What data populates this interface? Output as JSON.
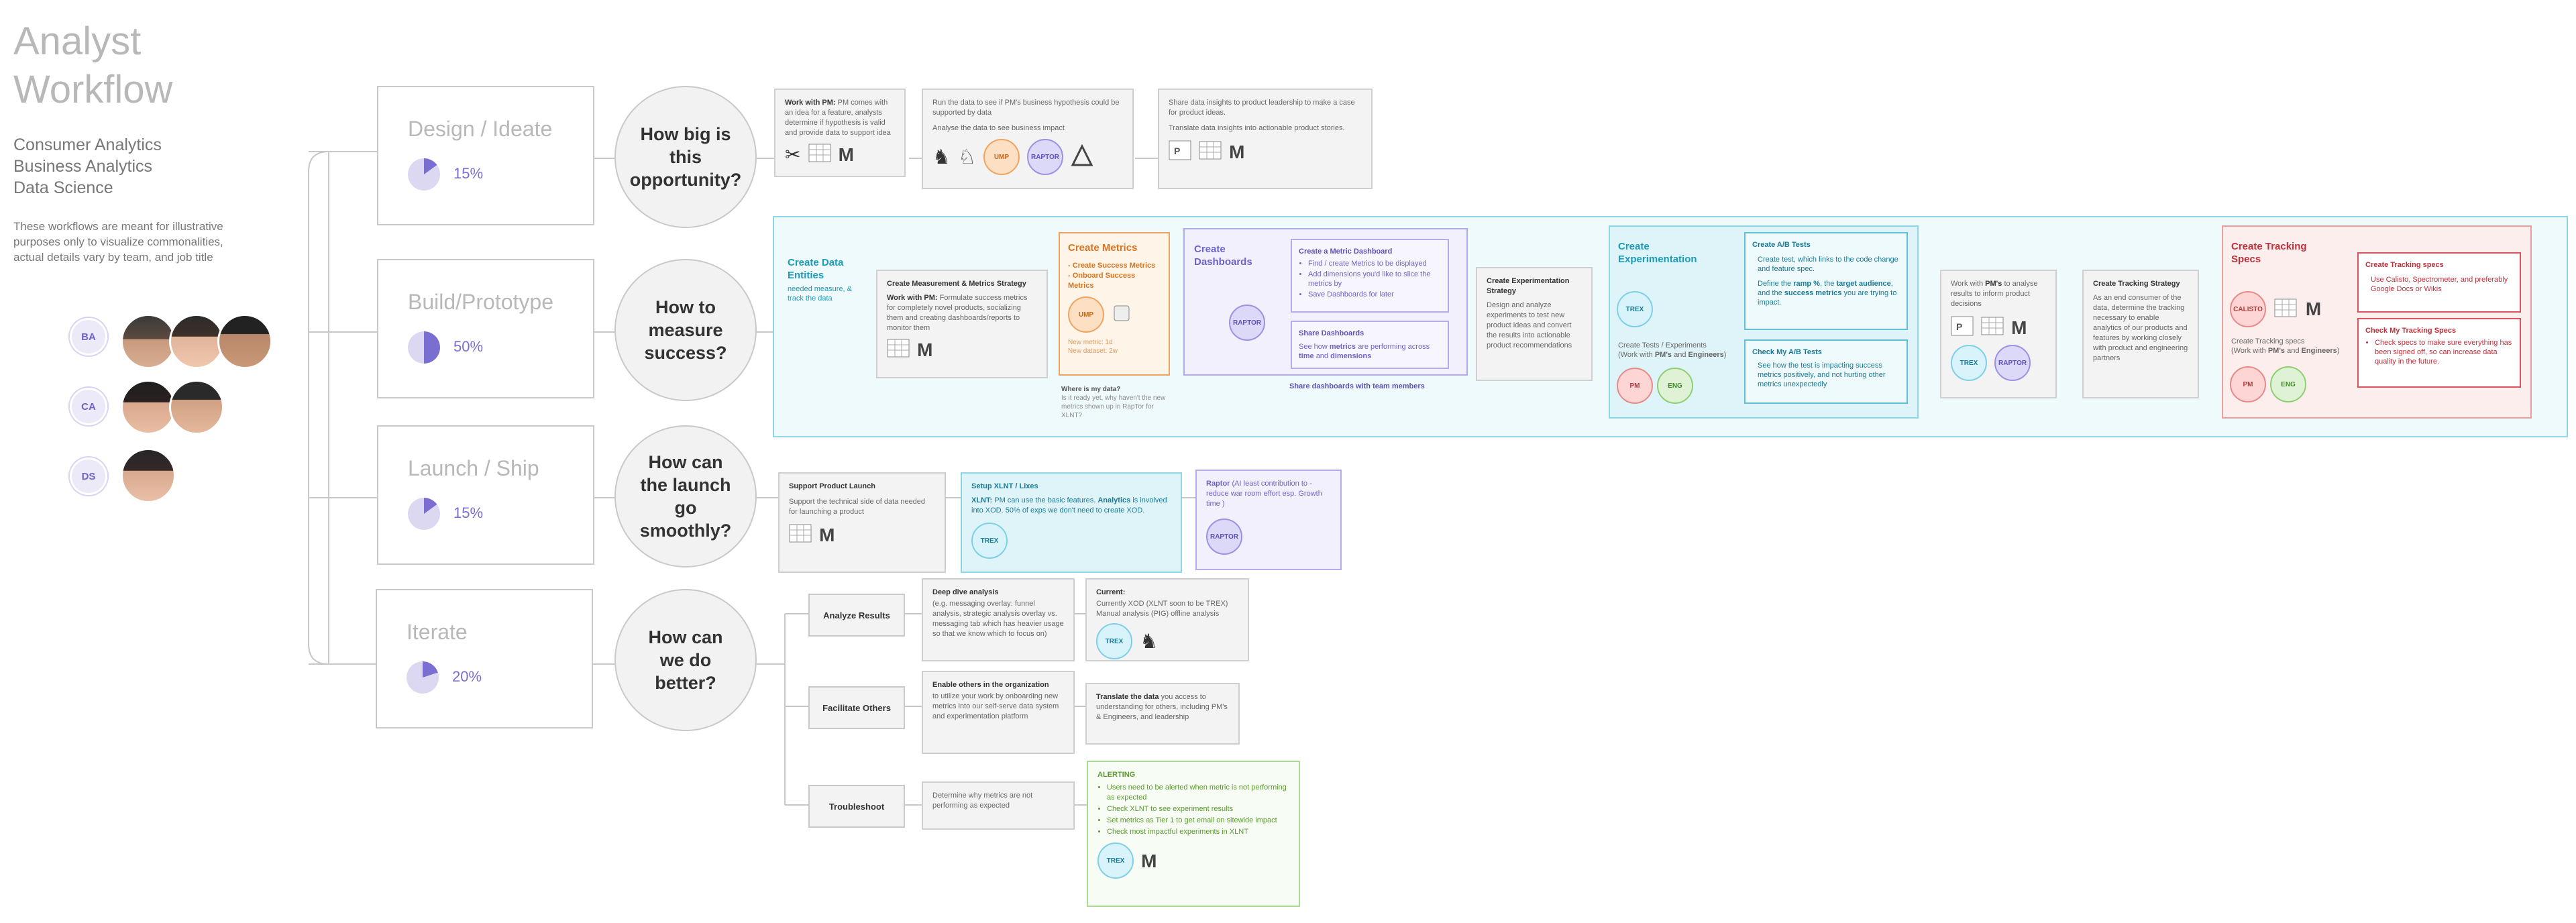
{
  "title": "Analyst Workflow",
  "teams": [
    "Consumer Analytics",
    "Business Analytics",
    "Data Science"
  ],
  "note": "These workflows are meant for illustrative purposes only to visualize commonalities, actual details vary by team, and job title",
  "people": [
    {
      "badge": "BA",
      "count": 3
    },
    {
      "badge": "CA",
      "count": 2
    },
    {
      "badge": "DS",
      "count": 1
    }
  ],
  "stages": [
    {
      "name": "Design / Ideate",
      "pct": "15%",
      "fraction": 0.15,
      "question": "How big is this opportunity?"
    },
    {
      "name": "Build/Prototype",
      "pct": "50%",
      "fraction": 0.5,
      "question": "How to measure success?"
    },
    {
      "name": "Launch / Ship",
      "pct": "15%",
      "fraction": 0.15,
      "question": "How can the launch go smoothly?"
    },
    {
      "name": "Iterate",
      "pct": "20%",
      "fraction": 0.2,
      "question": "How can we do better?"
    }
  ],
  "tools": {
    "trex": "TREX",
    "raptor": "RAPTOR",
    "ump": "UMP",
    "pm": "PM",
    "eng": "ENG",
    "calisto": "CALISTO"
  },
  "design": {
    "box1_strong": "Work with PM:",
    "box1_text": "PM comes with an idea for a feature, analysts determine if hypothesis is valid and provide data to support idea",
    "box2_line1": "Run the data to see if PM's business hypothesis could be supported by data",
    "box2_line2": "Analyse the data to see business impact",
    "box3_line1": "Share data insights to product leadership to make a case for product ideas.",
    "box3_line2": "Translate data insights into actionable product stories."
  },
  "build": {
    "entities_title": "Create Data Entities",
    "entities_text": "needed measure, & track the data",
    "strategy_head": "Create Measurement & Metrics Strategy",
    "strategy_strong": "Work with PM:",
    "strategy_text": "Formulate success metrics for completely novel products, socializing them and creating dashboards/reports to monitor them",
    "metrics_title": "Create Metrics",
    "metrics_items": [
      "- Create Success Metrics",
      "- Onboard Success Metrics"
    ],
    "metrics_new": "New metric: 1d",
    "metrics_dataset": "New dataset: 2w",
    "where_head": "Where is my data?",
    "where_text": "Is it ready yet, why haven't the new metrics shown up in RapTor for XLNT?",
    "dash_title": "Create Dashboards",
    "metric_dash_head": "Create a Metric Dashboard",
    "metric_dash_items": [
      "Find / create Metrics to be displayed",
      "Add dimensions you'd like to slice the metrics by",
      "Save Dashboards for later"
    ],
    "share_head": "Share Dashboards",
    "share_pre": "See how",
    "share_k1": "metrics",
    "share_mid": "are performing across",
    "share_k2": "time",
    "share_and": "and",
    "share_k3": "dimensions",
    "share_team": "Share dashboards with team members",
    "exp_strat_head": "Create Experimentation Strategy",
    "exp_strat_text": "Design and analyze experiments to test new product ideas and convert the results into actionable product recommendations",
    "exp_title": "Create Experimentation",
    "exp_tests_line1": "Create Tests / Experiments",
    "exp_tests_pre": "(Work with",
    "exp_tests_pm": "PM's",
    "exp_tests_and": "and",
    "exp_tests_eng": "Engineers",
    "exp_tests_post": ")",
    "ab_head": "Create A/B Tests",
    "ab_text1": "Create test, which links to the code change and feature spec.",
    "ab_text2_pre": "Define the",
    "ab_k1": "ramp %",
    "ab_text2_mid": ", the",
    "ab_k2": "target audience",
    "ab_text2_and": ", and the",
    "ab_k3": "success metrics",
    "ab_text2_post": "you are trying to impact.",
    "check_head": "Check My A/B Tests",
    "check_text": "See how the test is impacting success metrics positively, and not hurting other metrics unexpectedly",
    "pm_pre": "Work with",
    "pm_strong": "PM's",
    "pm_post": "to analyse results to inform product decisions",
    "tracking_strat_head": "Create Tracking Strategy",
    "tracking_strat_text": "As an end consumer of the data, determine the tracking necessary to enable analytics of our products and features by working closely with product and engineering partners",
    "specs_title": "Create Tracking Specs",
    "specs_line1": "Create Tracking specs",
    "specs_pre": "(Work with",
    "specs_pm": "PM's",
    "specs_and": "and",
    "specs_eng": "Engineers",
    "specs_post": ")",
    "specs_create_head": "Create Tracking specs",
    "specs_create_text": "Use Calisto, Spectrometer, and preferably Google Docs or Wikis",
    "specs_check_head": "Check My Tracking Specs",
    "specs_check_items": [
      "Check specs to make sure everything has been signed off, so can increase data quality in the future."
    ]
  },
  "launch": {
    "support_head": "Support Product Launch",
    "support_text": "Support the technical side of data needed for launching a product",
    "xlnt_head": "Setup XLNT / Lixes",
    "xlnt_strong": "XLNT:",
    "xlnt_pre": "PM can use the basic features.",
    "xlnt_k": "Analytics",
    "xlnt_post": "is involved into XOD. 50% of exps we don't need to create XOD.",
    "raptor_head": "Raptor",
    "raptor_text": "(AI least contribution to - reduce war room effort esp. Growth time )"
  },
  "iterate": {
    "analyze_label": "Analyze Results",
    "deep_head": "Deep dive analysis",
    "deep_text": "(e.g. messaging overlay: funnel analysis, strategic analysis overlay vs. messaging tab which has heavier usage so that we know which to focus on)",
    "current_head": "Current:",
    "current_text1": "Currently XOD (XLNT soon to be TREX)",
    "current_text2": "Manual analysis (PIG) offline analysis",
    "facilitate_label": "Facilitate Others",
    "enable_head": "Enable others in the organization",
    "enable_text": "to utilize your work by onboarding new metrics into our self-serve data system and experimentation platform",
    "translate_strong": "Translate the data",
    "translate_text": "you access to understanding for others, including PM's & Engineers, and leadership",
    "trouble_label": "Troubleshoot",
    "determine_text": "Determine why metrics are not performing as expected",
    "alert_head": "ALERTING",
    "alert_items": [
      "Users need to be alerted when metric is not performing as expected",
      "Check XLNT to see experiment results",
      "Set metrics as Tier 1 to get email on sitewide impact",
      "Check most impactful experiments in XLNT"
    ]
  },
  "colors": {
    "purple": "#7a6fd1",
    "teal": "#1c9bb8",
    "orange": "#d9731f",
    "red": "#c0303a",
    "green": "#5b9a2f"
  }
}
